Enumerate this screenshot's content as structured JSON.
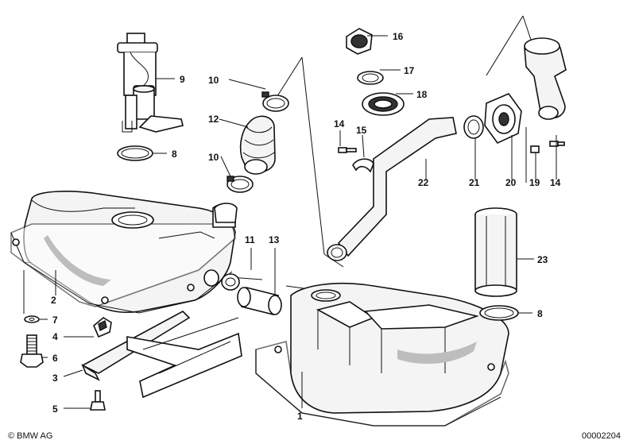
{
  "callouts": [
    {
      "id": "c1",
      "label": "1"
    },
    {
      "id": "c2",
      "label": "2"
    },
    {
      "id": "c3",
      "label": "3"
    },
    {
      "id": "c4",
      "label": "4"
    },
    {
      "id": "c5",
      "label": "5"
    },
    {
      "id": "c6",
      "label": "6"
    },
    {
      "id": "c7",
      "label": "7"
    },
    {
      "id": "c8a",
      "label": "8"
    },
    {
      "id": "c8b",
      "label": "8"
    },
    {
      "id": "c9",
      "label": "9"
    },
    {
      "id": "c10a",
      "label": "10"
    },
    {
      "id": "c10b",
      "label": "10"
    },
    {
      "id": "c11",
      "label": "11"
    },
    {
      "id": "c12",
      "label": "12"
    },
    {
      "id": "c13",
      "label": "13"
    },
    {
      "id": "c14a",
      "label": "14"
    },
    {
      "id": "c14b",
      "label": "14"
    },
    {
      "id": "c15",
      "label": "15"
    },
    {
      "id": "c16",
      "label": "16"
    },
    {
      "id": "c17",
      "label": "17"
    },
    {
      "id": "c18",
      "label": "18"
    },
    {
      "id": "c19",
      "label": "19"
    },
    {
      "id": "c20",
      "label": "20"
    },
    {
      "id": "c21",
      "label": "21"
    },
    {
      "id": "c22",
      "label": "22"
    },
    {
      "id": "c23",
      "label": "23"
    }
  ],
  "footer": {
    "copyright": "© BMW AG",
    "diagram_number": "00002204"
  }
}
